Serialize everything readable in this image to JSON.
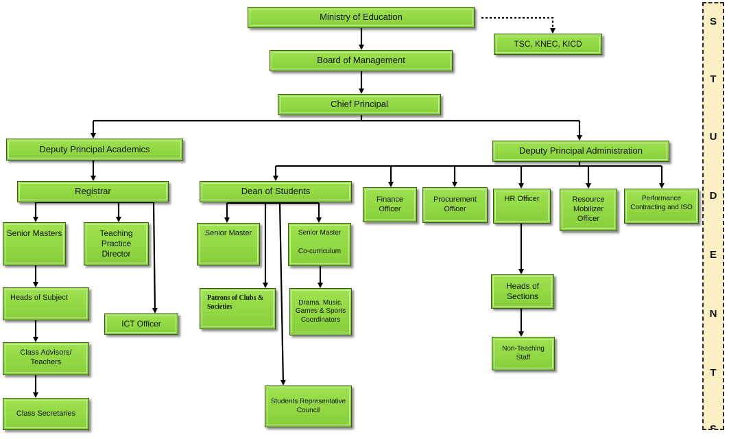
{
  "nodes": {
    "ministry": "Ministry of Education",
    "tsc": "TSC, KNEC, KICD",
    "board": "Board of Management",
    "chief": "Chief Principal",
    "dp_academics": "Deputy Principal Academics",
    "dp_admin": "Deputy Principal Administration",
    "registrar": "Registrar",
    "dean": "Dean of Students",
    "finance": "Finance Officer",
    "procurement": "Procurement Officer",
    "hr": "HR Officer",
    "resource": "Resource Mobilizer Officer",
    "performance": "Performance Contracting and ISO",
    "senior_masters": "Senior Masters",
    "teaching_practice": "Teaching Practice Director",
    "ict": "ICT Officer",
    "heads_subject": "Heads of Subject",
    "class_advisors": "Class Advisors/ Teachers",
    "class_secretaries": "Class Secretaries",
    "dean_senior_master": "Senior Master",
    "sm_cocurr_line1": "Senior Master",
    "sm_cocurr_line2": "Co-curriculum",
    "patrons": "Patrons of Clubs & Societies",
    "drama": "Drama, Music, Games & Sports Coordinators",
    "src": "Students Representative Council",
    "heads_sections": "Heads of Sections",
    "non_teaching": "Non-Teaching Staff"
  },
  "side_panel": {
    "letters": [
      "S",
      "T",
      "U",
      "D",
      "E",
      "N",
      "T",
      "S"
    ]
  },
  "colors": {
    "box_fill": "#8fd843",
    "box_border": "#3b5a1c",
    "connector": "#000000",
    "side_panel_fill": "#fdf0c4"
  }
}
